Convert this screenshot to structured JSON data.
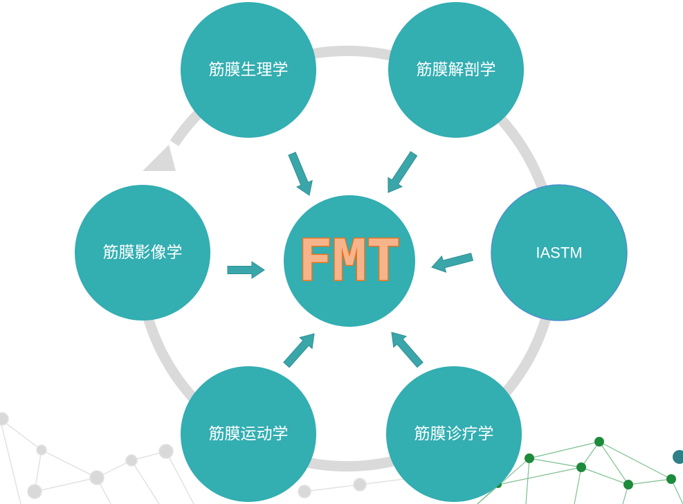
{
  "diagram": {
    "center": {
      "label": "FMT"
    },
    "nodes": [
      {
        "id": "physiology",
        "label": "筋膜生理学"
      },
      {
        "id": "anatomy",
        "label": "筋膜解剖学"
      },
      {
        "id": "iastm",
        "label": "IASTM"
      },
      {
        "id": "diagnosis",
        "label": "筋膜诊疗学"
      },
      {
        "id": "kinesiology",
        "label": "筋膜运动学"
      },
      {
        "id": "imaging",
        "label": "筋膜影像学"
      }
    ]
  },
  "colors": {
    "node_fill": "#33aeb1",
    "arrow_fill": "#3ba6aa",
    "arrow_stroke": "#2a8e91",
    "ring": "#dadada",
    "center_text_fill": "#f6b48a",
    "center_text_stroke": "#e8731f",
    "network_green": "#1e8a3c",
    "network_gray": "#d6d6d6"
  }
}
